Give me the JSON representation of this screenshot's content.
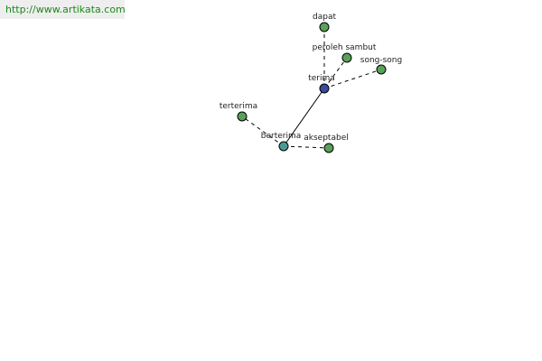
{
  "watermark": {
    "text": "http://www.artikata.com",
    "text_color": "#1a8a1a",
    "background": "#eeeeee"
  },
  "graph": {
    "colors": {
      "leaf": "#5aa05a",
      "hub_primary": "#3b4a9b",
      "hub_secondary": "#4a9a92",
      "edge": "#000000"
    },
    "nodes": [
      {
        "id": "dapat",
        "label": "dapat",
        "kind": "leaf"
      },
      {
        "id": "peroleh-sambut",
        "label": "peroleh sambut",
        "kind": "leaf"
      },
      {
        "id": "song-song",
        "label": "song-song",
        "kind": "leaf"
      },
      {
        "id": "terima",
        "label": "terima",
        "kind": "hub_primary"
      },
      {
        "id": "terterima",
        "label": "terterima",
        "kind": "leaf"
      },
      {
        "id": "berterima",
        "label": "berterima",
        "kind": "hub_secondary"
      },
      {
        "id": "akseptabel",
        "label": "akseptabel",
        "kind": "leaf"
      }
    ],
    "edges": [
      {
        "from": "terima",
        "to": "dapat",
        "style": "dashed"
      },
      {
        "from": "terima",
        "to": "peroleh-sambut",
        "style": "dashed"
      },
      {
        "from": "terima",
        "to": "song-song",
        "style": "dashed"
      },
      {
        "from": "terima",
        "to": "berterima",
        "style": "solid"
      },
      {
        "from": "berterima",
        "to": "terterima",
        "style": "dashed"
      },
      {
        "from": "berterima",
        "to": "akseptabel",
        "style": "dashed"
      }
    ]
  }
}
